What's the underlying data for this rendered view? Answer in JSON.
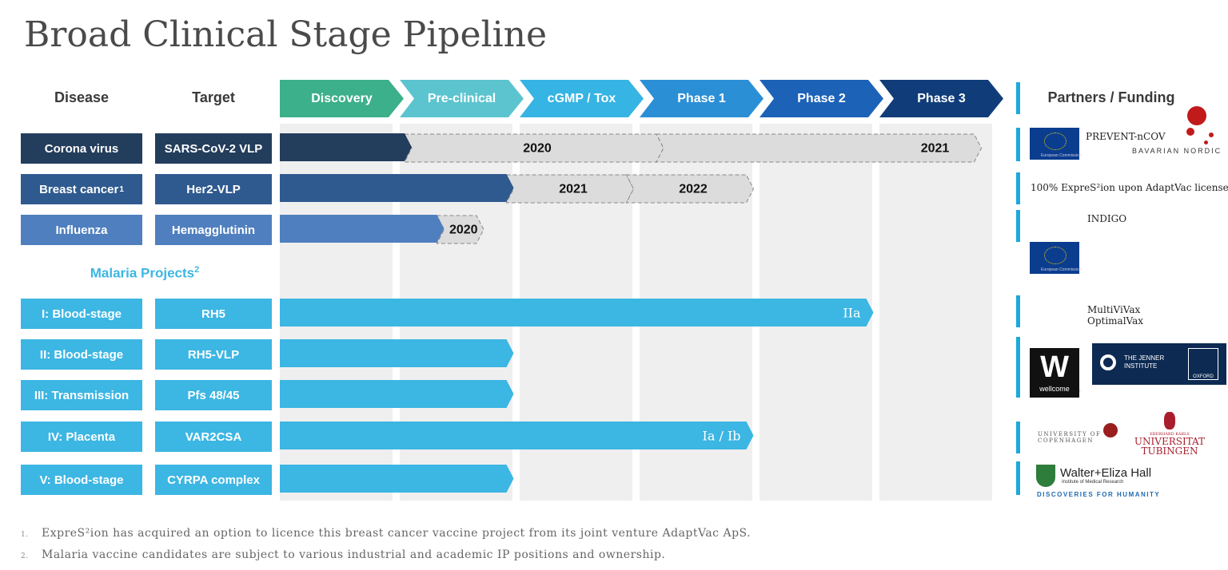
{
  "title": "Broad Clinical Stage Pipeline",
  "headers": {
    "disease": "Disease",
    "target": "Target",
    "partners": "Partners / Funding"
  },
  "phases": [
    {
      "label": "Discovery",
      "color": "#3cb08a"
    },
    {
      "label": "Pre-clinical",
      "color": "#5cc4cf"
    },
    {
      "label": "cGMP / Tox",
      "color": "#36b4e3"
    },
    {
      "label": "Phase 1",
      "color": "#2b8fd6"
    },
    {
      "label": "Phase 2",
      "color": "#1c63b8"
    },
    {
      "label": "Phase 3",
      "color": "#103d7a"
    }
  ],
  "rows": [
    {
      "disease": "Corona virus",
      "disease_sup": "",
      "target": "SARS-CoV-2 VLP",
      "color": "#233d5c"
    },
    {
      "disease": "Breast cancer",
      "disease_sup": "1",
      "target": "Her2-VLP",
      "color": "#2f5a8f"
    },
    {
      "disease": "Influenza",
      "disease_sup": "",
      "target": "Hemagglutinin",
      "color": "#4f7fbe"
    }
  ],
  "malaria": {
    "title": "Malaria Projects",
    "title_sup": "2",
    "rows": [
      {
        "disease": "I: Blood-stage",
        "target": "RH5"
      },
      {
        "disease": "II: Blood-stage",
        "target": "RH5-VLP"
      },
      {
        "disease": "III: Transmission",
        "target": "Pfs 48/45"
      },
      {
        "disease": "IV: Placenta",
        "target": "VAR2CSA"
      },
      {
        "disease": "V: Blood-stage",
        "target": "CYRPA complex"
      }
    ],
    "color": "#3cb6e3"
  },
  "chart_data": {
    "type": "bar",
    "categories": [
      "Discovery",
      "Pre-clinical",
      "cGMP / Tox",
      "Phase 1",
      "Phase 2",
      "Phase 3"
    ],
    "progress_unit": "stages completed (0-6)",
    "bars": [
      {
        "row": "Corona virus",
        "progress": 1.1,
        "color": "#233d5c",
        "planned": [
          {
            "label": "2020",
            "to": 3.2
          },
          {
            "label": "2021",
            "to": 5.85
          }
        ]
      },
      {
        "row": "Breast cancer",
        "progress": 1.95,
        "color": "#2f5a8f",
        "planned": [
          {
            "label": "2021",
            "to": 2.95
          },
          {
            "label": "2022",
            "to": 3.95
          }
        ]
      },
      {
        "row": "Influenza",
        "progress": 1.37,
        "color": "#4f7fbe",
        "planned": [
          {
            "label": "2020",
            "to": 1.7
          }
        ]
      },
      {
        "row": "I: Blood-stage",
        "progress": 4.95,
        "color": "#3cb6e3",
        "label": "IIa",
        "planned": []
      },
      {
        "row": "II: Blood-stage",
        "progress": 1.95,
        "color": "#3cb6e3",
        "label": "",
        "planned": []
      },
      {
        "row": "III: Transmission",
        "progress": 1.95,
        "color": "#3cb6e3",
        "label": "",
        "planned": []
      },
      {
        "row": "IV: Placenta",
        "progress": 3.95,
        "color": "#3cb6e3",
        "label": "Ia / Ib",
        "planned": []
      },
      {
        "row": "V: Blood-stage",
        "progress": 1.95,
        "color": "#3cb6e3",
        "label": "",
        "planned": []
      }
    ]
  },
  "partners": [
    {
      "text": "PREVENT-nCOV",
      "logo": "eu-flag",
      "extra": "BAVARIAN NORDIC"
    },
    {
      "text": "100% ExpreS²ion upon AdaptVac license",
      "logo": "",
      "extra": ""
    },
    {
      "text": "INDIGO",
      "logo": "eu-flag",
      "extra": ""
    },
    {
      "text": "MultiViVax",
      "text2": "OptimalVax",
      "logo": "eu-flag",
      "extra": ""
    },
    {
      "text": "",
      "logo": "wellcome",
      "extra": "THE JENNER INSTITUTE",
      "extra2": "OXFORD"
    },
    {
      "text": "UNIVERSITY OF",
      "text2": "COPENHAGEN",
      "logo": "copenhagen",
      "extra": "EBERHARD KARLS",
      "extra2": "UNIVERSITAT",
      "extra3": "TUBINGEN"
    },
    {
      "text": "Walter+Eliza Hall",
      "text2": "Institute of Medical Research",
      "text3": "DISCOVERIES FOR HUMANITY",
      "logo": "wehi",
      "extra": ""
    }
  ],
  "eu_caption": "European Commission",
  "wellcome_label": "wellcome",
  "footnotes": [
    {
      "n": "1.",
      "text": "ExpreS²ion has acquired an option to licence this breast cancer vaccine project from its joint venture AdaptVac ApS."
    },
    {
      "n": "2.",
      "text": "Malaria vaccine candidates are subject to various industrial and academic IP positions and ownership."
    }
  ]
}
